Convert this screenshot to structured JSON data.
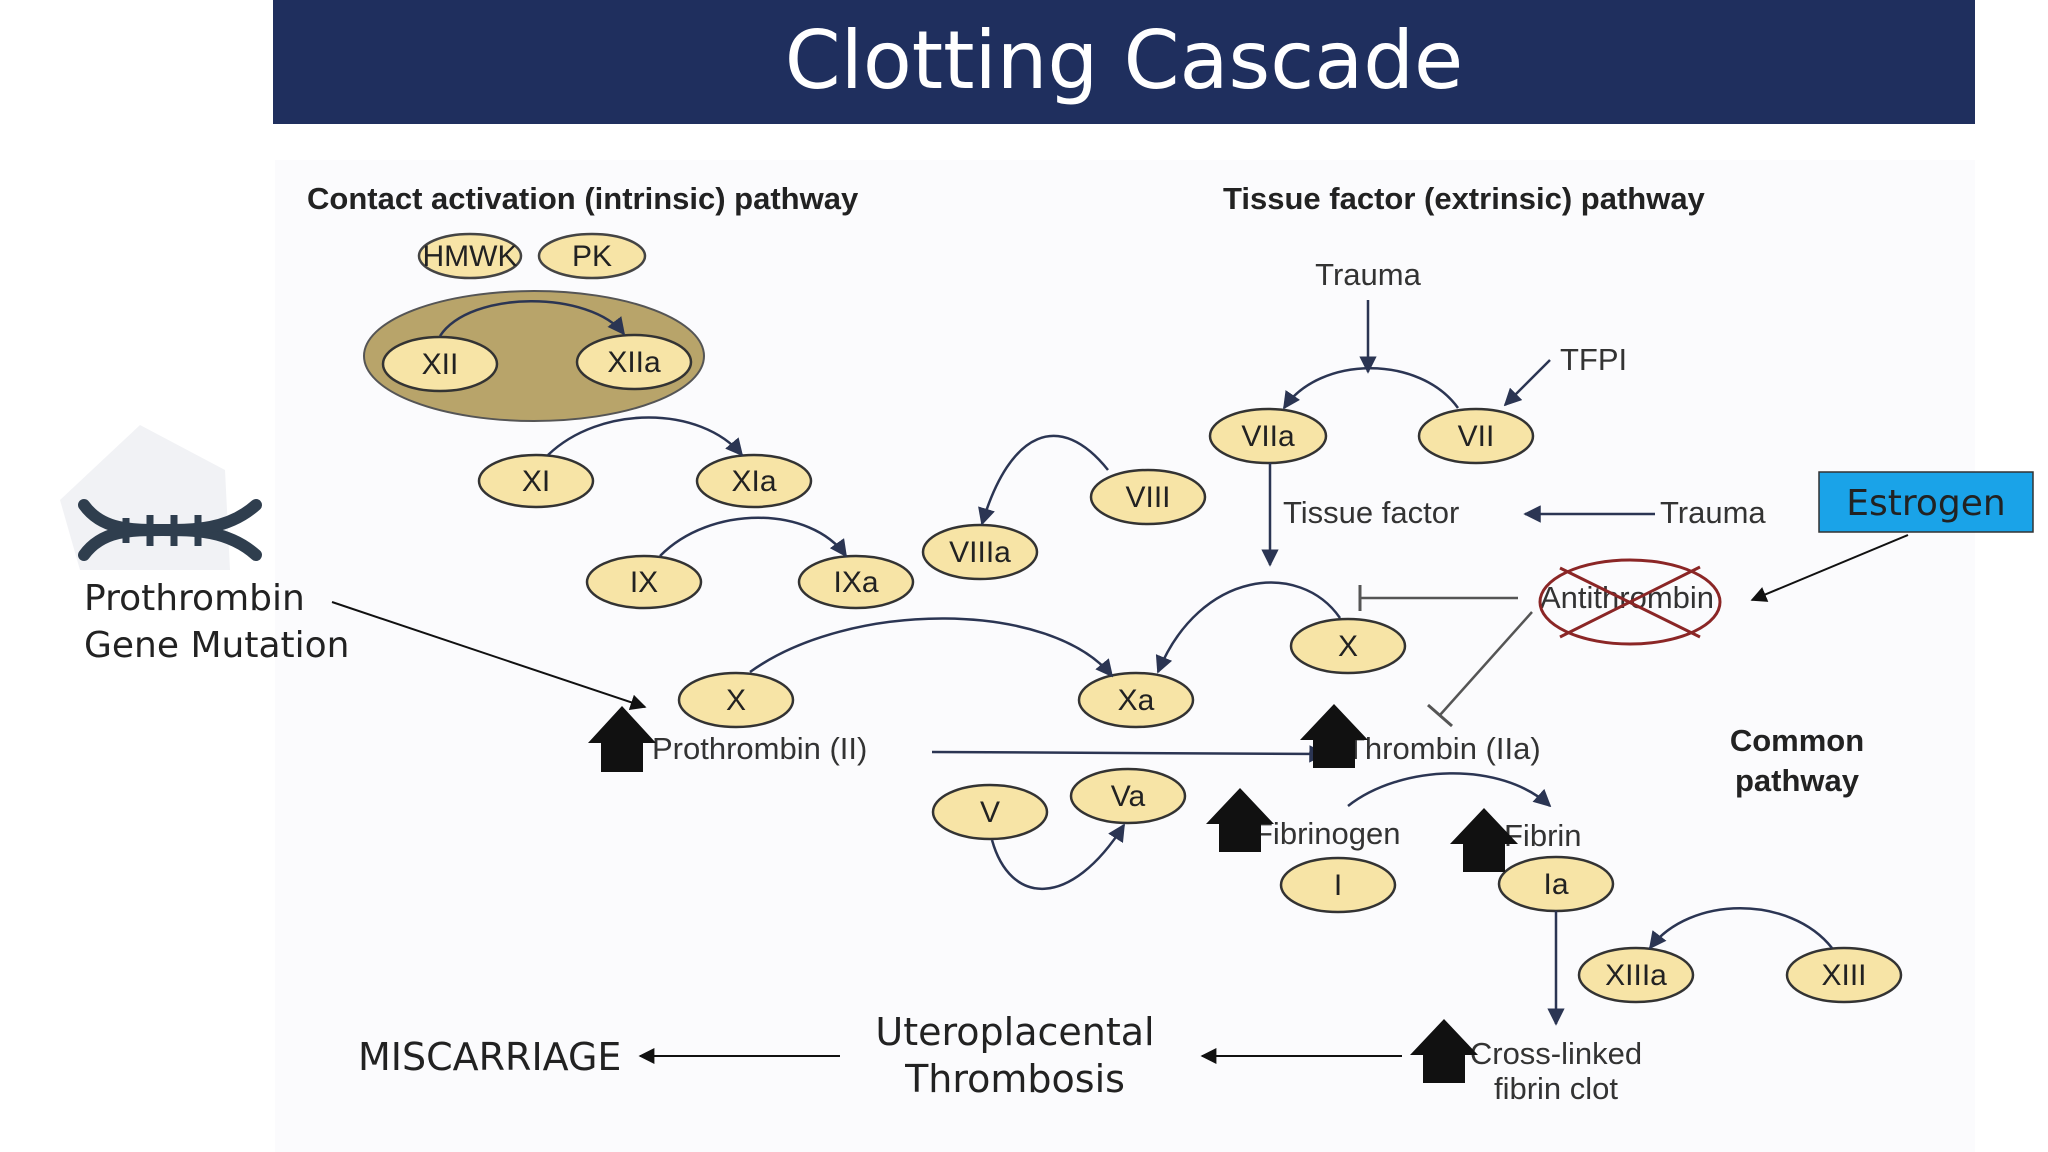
{
  "title": "Clotting Cascade",
  "headers": {
    "intrinsic": "Contact activation (intrinsic) pathway",
    "extrinsic": "Tissue factor (extrinsic) pathway",
    "common_line1": "Common",
    "common_line2": "pathway"
  },
  "factors": {
    "hmwk": "HMWK",
    "pk": "PK",
    "xii": "XII",
    "xiia": "XIIa",
    "xi": "XI",
    "xia": "XIa",
    "ix": "IX",
    "ixa": "IXa",
    "viii": "VIII",
    "viiia": "VIIIa",
    "viia": "VIIa",
    "vii": "VII",
    "x_left": "X",
    "xa": "Xa",
    "x_right": "X",
    "v": "V",
    "va": "Va",
    "i": "I",
    "ia": "Ia",
    "xiiia": "XIIIa",
    "xiii": "XIII"
  },
  "labels": {
    "trauma_top": "Trauma",
    "tfpi": "TFPI",
    "tissue_factor": "Tissue factor",
    "trauma_right": "Trauma",
    "antithrombin": "Antithrombin",
    "prothrombin": "Prothrombin (II)",
    "thrombin": "Thrombin (IIa)",
    "fibrinogen": "Fibrinogen",
    "fibrin": "Fibrin",
    "crosslinked_line1": "Cross-linked",
    "crosslinked_line2": "fibrin clot"
  },
  "annotations": {
    "estrogen": "Estrogen",
    "mutation_line1": "Prothrombin",
    "mutation_line2": "Gene Mutation",
    "thrombosis_line1": "Uteroplacental",
    "thrombosis_line2": "Thrombosis",
    "miscarriage": "MISCARRIAGE"
  },
  "colors": {
    "banner": "#1f2f5e",
    "oval_fill": "#f7e4a6",
    "oval_dark": "#b8a46a",
    "arrow": "#2b3553",
    "estrogen_box": "#1aa3e8",
    "cross": "#8b2626"
  }
}
